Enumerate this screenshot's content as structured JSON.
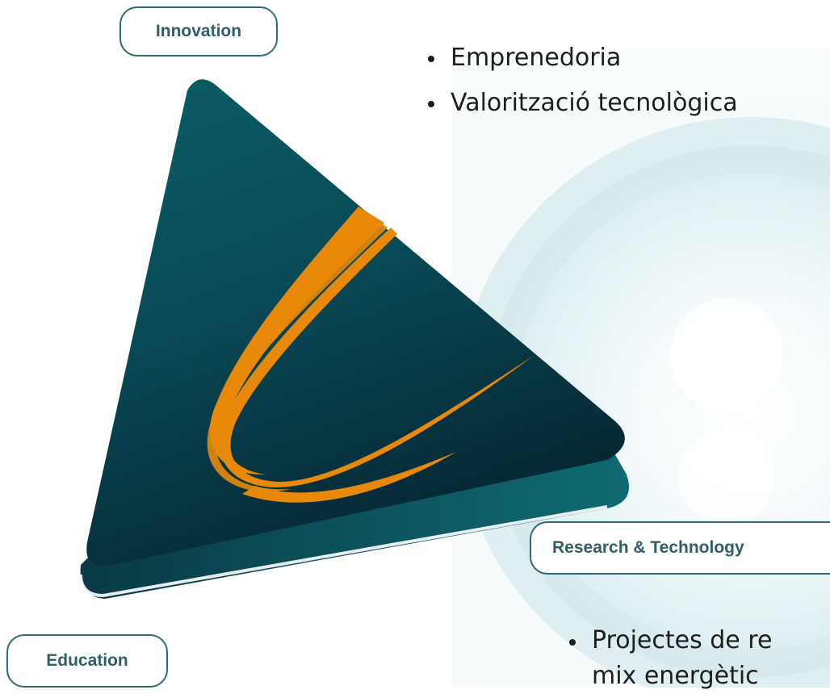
{
  "labels": {
    "innovation": "Innovation",
    "research": "Research & Technology",
    "education": "Education"
  },
  "innovation_bullets": [
    "Emprenedoria",
    "Valorització tecnològica"
  ],
  "research_bullets": {
    "line1": "Projectes de re",
    "line2": "mix energètic"
  },
  "colors": {
    "triangle_dark": "#06303c",
    "triangle_light": "#0a5b66",
    "swoosh": "#e8890a",
    "pill_border": "#2f6b72",
    "bg_circle": "#d7ebef"
  }
}
